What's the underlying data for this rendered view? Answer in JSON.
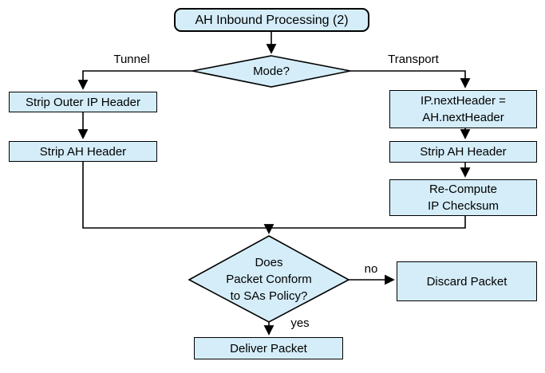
{
  "diagram": {
    "title_node": "AH Inbound Processing (2)",
    "decision_mode": "Mode?",
    "branch_labels": {
      "tunnel": "Tunnel",
      "transport": "Transport"
    },
    "tunnel_branch": {
      "step1": "Strip Outer IP Header",
      "step2": "Strip AH Header"
    },
    "transport_branch": {
      "step1": "IP.nextHeader =\nAH.nextHeader",
      "step2": "Strip AH Header",
      "step3": "Re-Compute\nIP Checksum"
    },
    "decision_policy": "Does\nPacket Conform\nto SAs Policy?",
    "no_label": "no",
    "yes_label": "yes",
    "discard_node": "Discard Packet",
    "deliver_node": "Deliver Packet"
  },
  "colors": {
    "node_fill": "#d4edf9",
    "node_border": "#000000",
    "line": "#000000",
    "text": "#000000",
    "background": "#ffffff"
  }
}
